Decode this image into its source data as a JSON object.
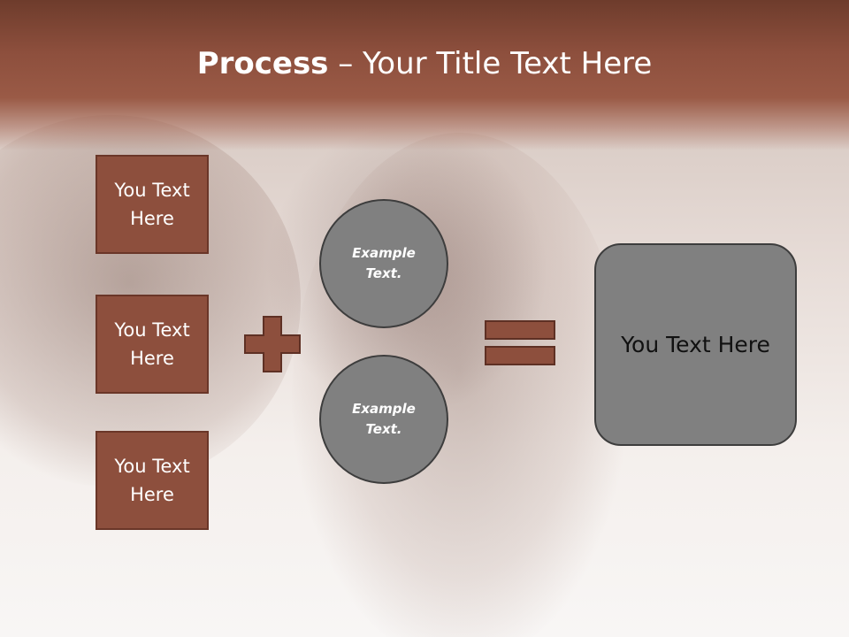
{
  "slide": {
    "title_bold": "Process",
    "title_rest": " – Your Title Text Here"
  },
  "inputs": [
    {
      "text": "You Text Here"
    },
    {
      "text": "You Text Here"
    },
    {
      "text": "You Text Here"
    }
  ],
  "circles": [
    {
      "text": "Example Text."
    },
    {
      "text": "Example Text."
    }
  ],
  "result": {
    "text": "You Text Here"
  },
  "colors": {
    "header": "#8d4f3d",
    "box_fill": "#8d4f3d",
    "box_border": "#6a3628",
    "circle_fill": "#808080",
    "result_fill": "#808080",
    "outline": "#3d3d3d"
  },
  "icons": {
    "plus": "plus-icon",
    "equals": "equals-icon"
  }
}
